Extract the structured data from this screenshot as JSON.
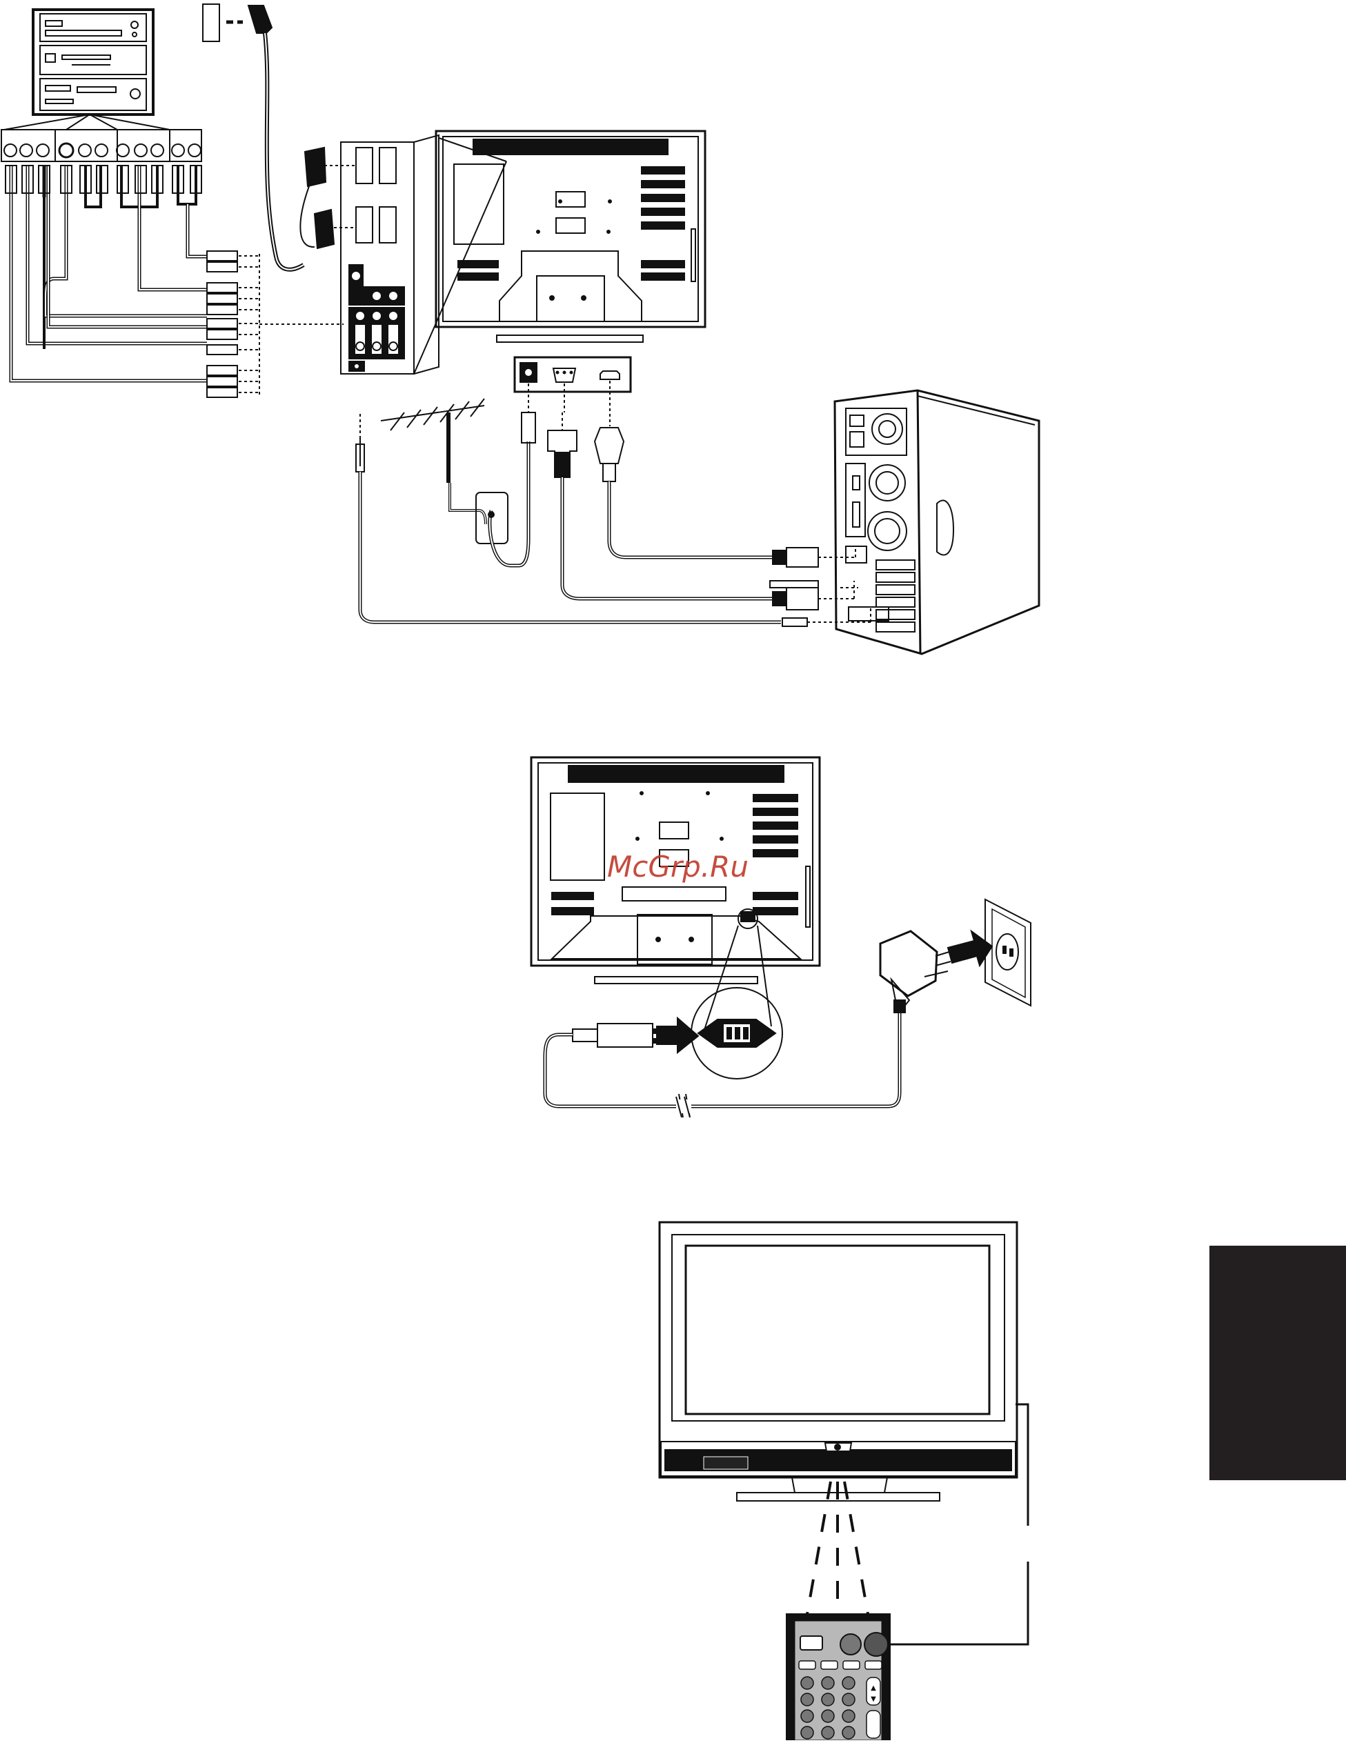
{
  "watermark": {
    "text": "McGrp.Ru",
    "color": "#c0392b"
  },
  "colors": {
    "ink": "#111111",
    "paper": "#ffffff",
    "tab": "#231f20"
  },
  "figures": [
    {
      "id": "connections",
      "icons": [
        "dvd-player-icon",
        "vcr-icon",
        "decoder-icon",
        "scart-cable-icon",
        "rca-cable-icon",
        "tv-rear-panel-icon",
        "antenna-icon",
        "pc-tower-icon",
        "vga-plug-icon",
        "hdmi-plug-icon",
        "audio-jack-icon"
      ]
    },
    {
      "id": "power",
      "icons": [
        "tv-rear-icon",
        "iec-connector-icon",
        "mains-plug-icon",
        "wall-socket-icon",
        "arrow-icon"
      ]
    },
    {
      "id": "remote",
      "icons": [
        "tv-front-icon",
        "ir-beam-icon",
        "remote-control-icon",
        "callout-line-icon"
      ]
    }
  ]
}
